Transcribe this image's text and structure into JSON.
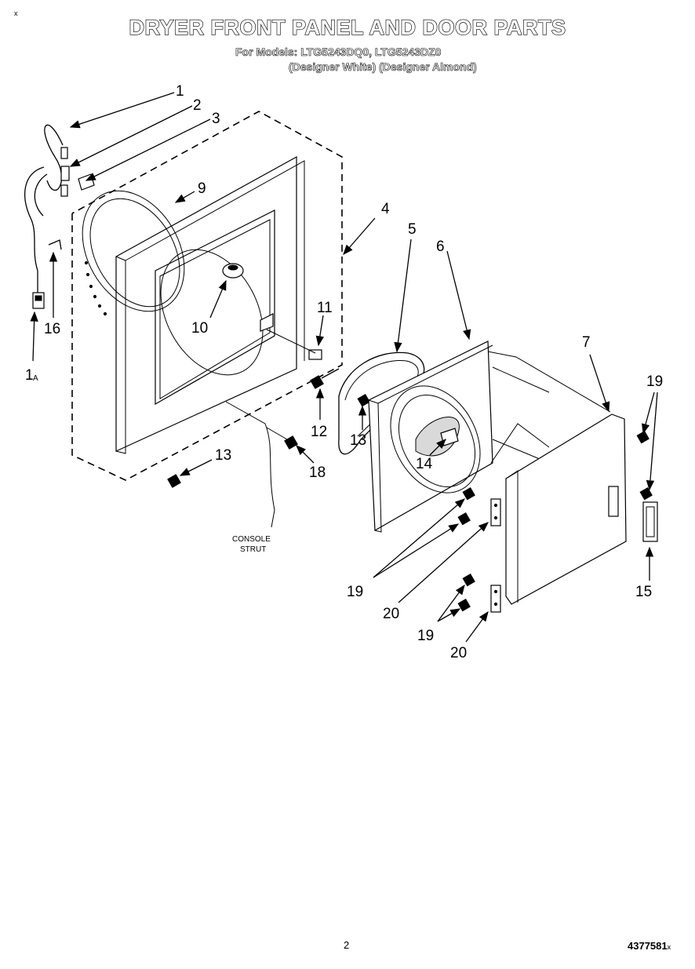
{
  "header": {
    "title": "DRYER FRONT PANEL AND DOOR PARTS",
    "models_line": "For Models: LTG5243DQ0, LTG5243DZ0",
    "variants_line": "(Designer White) (Designer Almond)"
  },
  "corner_mark": "x",
  "footer": {
    "page_number": "2",
    "doc_number": "4377581",
    "doc_suffix": "x"
  },
  "callouts": {
    "c1": "1",
    "c1a": "1",
    "c1a_suffix": "A",
    "c2": "2",
    "c3": "3",
    "c4": "4",
    "c5": "5",
    "c6": "6",
    "c7": "7",
    "c9": "9",
    "c10": "10",
    "c11": "11",
    "c12": "12",
    "c13_a": "13",
    "c13_b": "13",
    "c14": "14",
    "c15": "15",
    "c16": "16",
    "c18": "18",
    "c19_a": "19",
    "c19_b": "19",
    "c19_c": "19",
    "c20_a": "20",
    "c20_b": "20"
  },
  "console_strut": {
    "line1": "CONSOLE",
    "line2": "STRUT"
  }
}
